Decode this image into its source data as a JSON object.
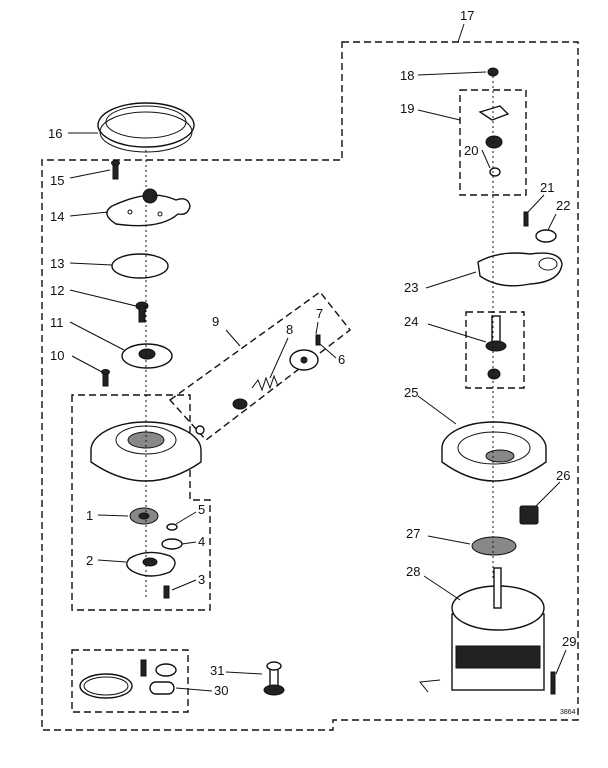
{
  "callouts": [
    {
      "id": "1",
      "label": "1"
    },
    {
      "id": "2",
      "label": "2"
    },
    {
      "id": "3",
      "label": "3"
    },
    {
      "id": "4",
      "label": "4"
    },
    {
      "id": "5",
      "label": "5"
    },
    {
      "id": "6",
      "label": "6"
    },
    {
      "id": "7",
      "label": "7"
    },
    {
      "id": "8",
      "label": "8"
    },
    {
      "id": "9",
      "label": "9"
    },
    {
      "id": "10",
      "label": "10"
    },
    {
      "id": "11",
      "label": "11"
    },
    {
      "id": "12",
      "label": "12"
    },
    {
      "id": "13",
      "label": "13"
    },
    {
      "id": "14",
      "label": "14"
    },
    {
      "id": "15",
      "label": "15"
    },
    {
      "id": "16",
      "label": "16"
    },
    {
      "id": "17",
      "label": "17"
    },
    {
      "id": "18",
      "label": "18"
    },
    {
      "id": "19",
      "label": "19"
    },
    {
      "id": "20",
      "label": "20"
    },
    {
      "id": "21",
      "label": "21"
    },
    {
      "id": "22",
      "label": "22"
    },
    {
      "id": "23",
      "label": "23"
    },
    {
      "id": "24",
      "label": "24"
    },
    {
      "id": "25",
      "label": "25"
    },
    {
      "id": "26",
      "label": "26"
    },
    {
      "id": "27",
      "label": "27"
    },
    {
      "id": "28",
      "label": "28"
    },
    {
      "id": "29",
      "label": "29"
    },
    {
      "id": "30",
      "label": "30"
    },
    {
      "id": "31",
      "label": "31"
    }
  ],
  "drawing_code": "3864"
}
